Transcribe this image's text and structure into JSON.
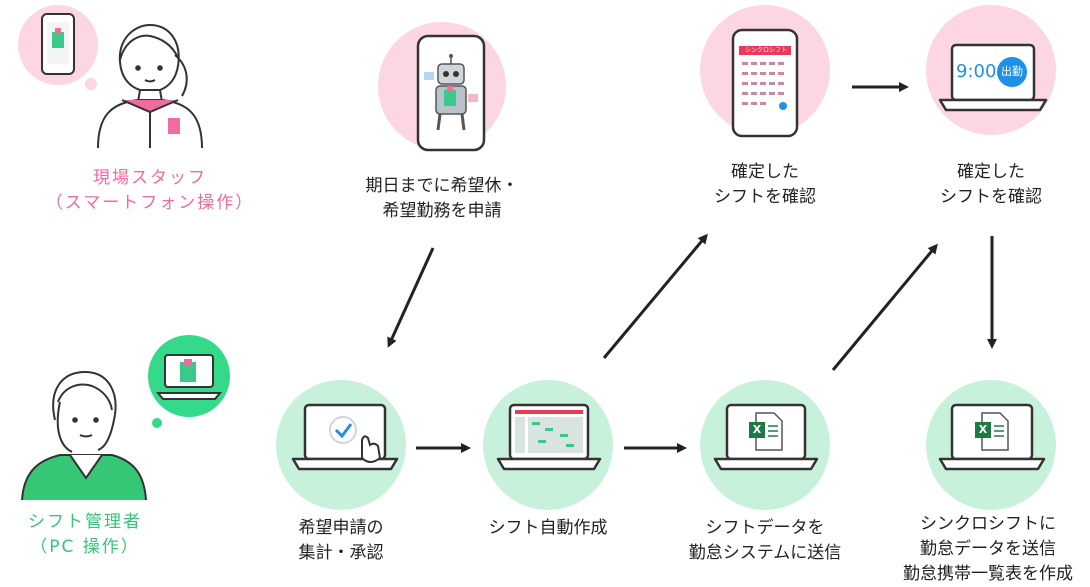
{
  "roles": {
    "staff": {
      "line1": "現場スタッフ",
      "line2": "（スマートフォン操作）"
    },
    "manager": {
      "line1": "シフト管理者",
      "line2": "（PC 操作）"
    }
  },
  "steps": {
    "request": {
      "line1": "期日までに希望休・",
      "line2": "希望勤務を申請"
    },
    "approve": {
      "line1": "希望申請の",
      "line2": "集計・承認"
    },
    "auto": {
      "line1": "シフト自動作成"
    },
    "confirm_phone": {
      "line1": "確定した",
      "line2": "シフトを確認"
    },
    "confirm_pc": {
      "line1": "確定した",
      "line2": "シフトを確認"
    },
    "send": {
      "line1": "シフトデータを",
      "line2": "勤怠システムに送信"
    },
    "sync": {
      "line1": "シンクロシフトに",
      "line2": "勤怠データを送信",
      "line3": "勤怠携帯一覧表を作成"
    }
  },
  "screens": {
    "clock_time": "9:00",
    "clock_button": "出勤",
    "phone_app_title": "シンクロシフト",
    "excel_badge": "X"
  },
  "colors": {
    "pink": "#fcd6e3",
    "pink_accent": "#f06ba0",
    "green": "#c8f1dc",
    "green_accent": "#35c776",
    "blue": "#1e90e8"
  }
}
